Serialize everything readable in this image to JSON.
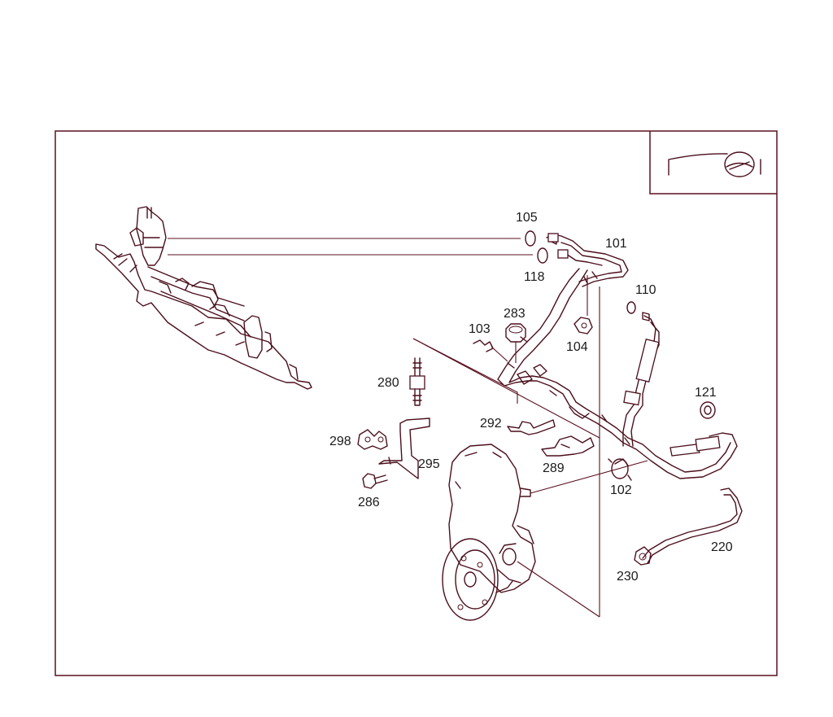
{
  "diagram": {
    "callouts": {
      "p101": "101",
      "p102": "102",
      "p103": "103",
      "p104": "104",
      "p105": "105",
      "p110": "110",
      "p118": "118",
      "p121": "121",
      "p220": "220",
      "p230": "230",
      "p280": "280",
      "p283": "283",
      "p286": "286",
      "p289": "289",
      "p292": "292",
      "p295": "295",
      "p298": "298"
    },
    "icons": {
      "corner": "steering-wheel-icon",
      "main": "power-steering-assembly"
    },
    "colors": {
      "line": "#4a0f1c",
      "frame": "#5a1020",
      "background": "#ffffff"
    }
  }
}
